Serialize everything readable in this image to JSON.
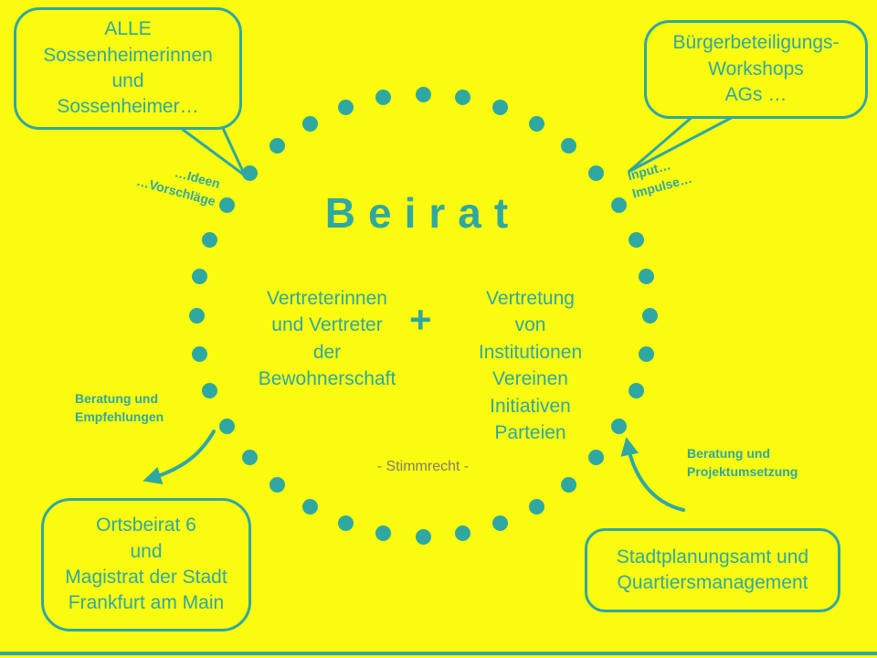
{
  "colors": {
    "background": "#FBFB0F",
    "teal": "#2FA8A2",
    "muted_gray": "#7F7F72"
  },
  "diagram": {
    "title": "Beirat",
    "member_group_left": "Vertreterinnen\nund Vertreter\nder\nBewohnerschaft",
    "plus_sign": "+",
    "member_group_right": "Vertretung\nvon\nInstitutionen\nVereinen\nInitiativen\nParteien",
    "voting_note": "- Stimmrecht -"
  },
  "bubbles": {
    "top_left": {
      "text": "ALLE\nSossenheimerinnen\nund\nSossenheimer…"
    },
    "top_right": {
      "text": "Bürgerbeteiligungs-\nWorkshops\nAGs …"
    },
    "bottom_left": {
      "text": "Ortsbeirat 6\nund\nMagistrat der Stadt\nFrankfurt am Main"
    },
    "bottom_right": {
      "text": "Stadtplanungsamt und\nQuartiersmanagement"
    }
  },
  "labels": {
    "ideas": "…Ideen\n…Vorschläge",
    "input": "Input…\nImpulse…",
    "advice_left": "Beratung und\nEmpfehlungen",
    "advice_right": "Beratung und\nProjektumsetzung"
  }
}
